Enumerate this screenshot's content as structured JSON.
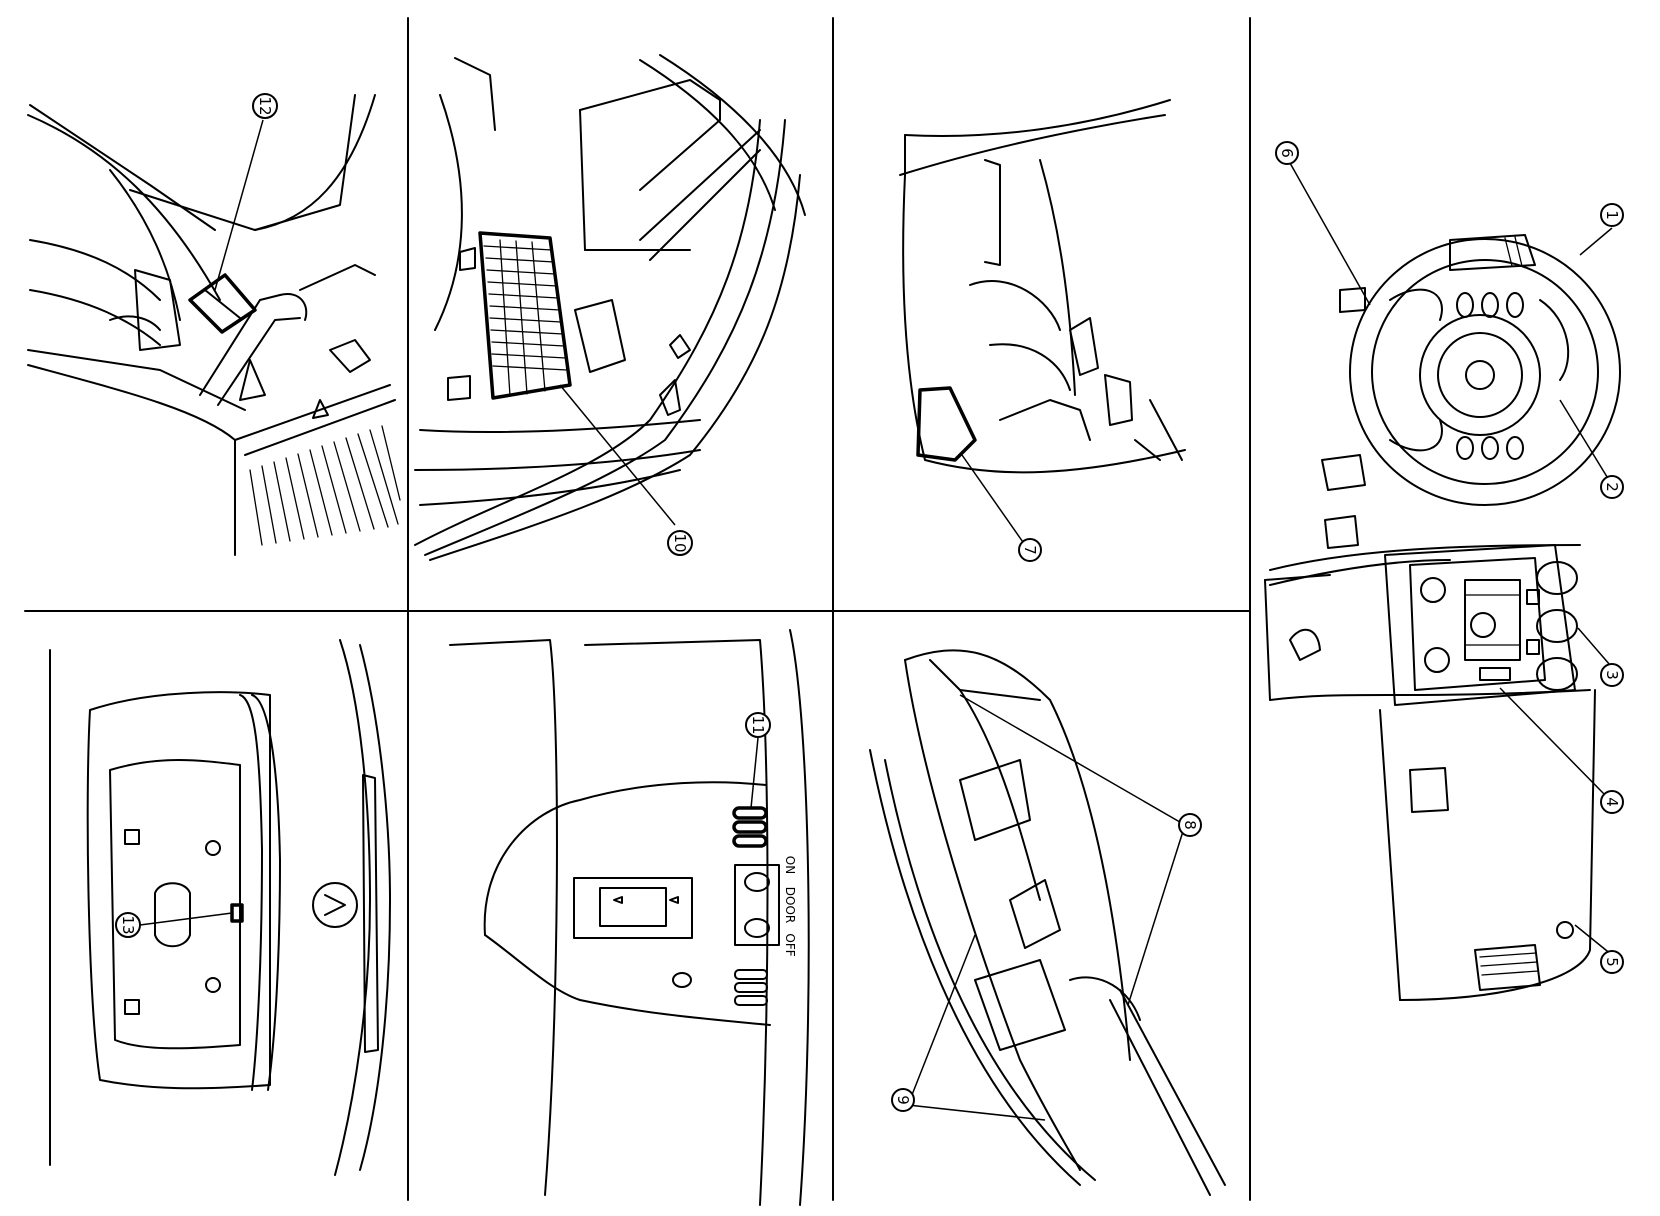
{
  "callouts": {
    "c1": "1",
    "c2": "2",
    "c3": "3",
    "c4": "4",
    "c5": "5",
    "c6": "6",
    "c7": "7",
    "c8": "8",
    "c9": "9",
    "c10": "10",
    "c11": "11",
    "c12": "12",
    "c13": "13"
  },
  "switch_labels": {
    "on": "ON",
    "door": "DOOR",
    "off": "OFF"
  }
}
